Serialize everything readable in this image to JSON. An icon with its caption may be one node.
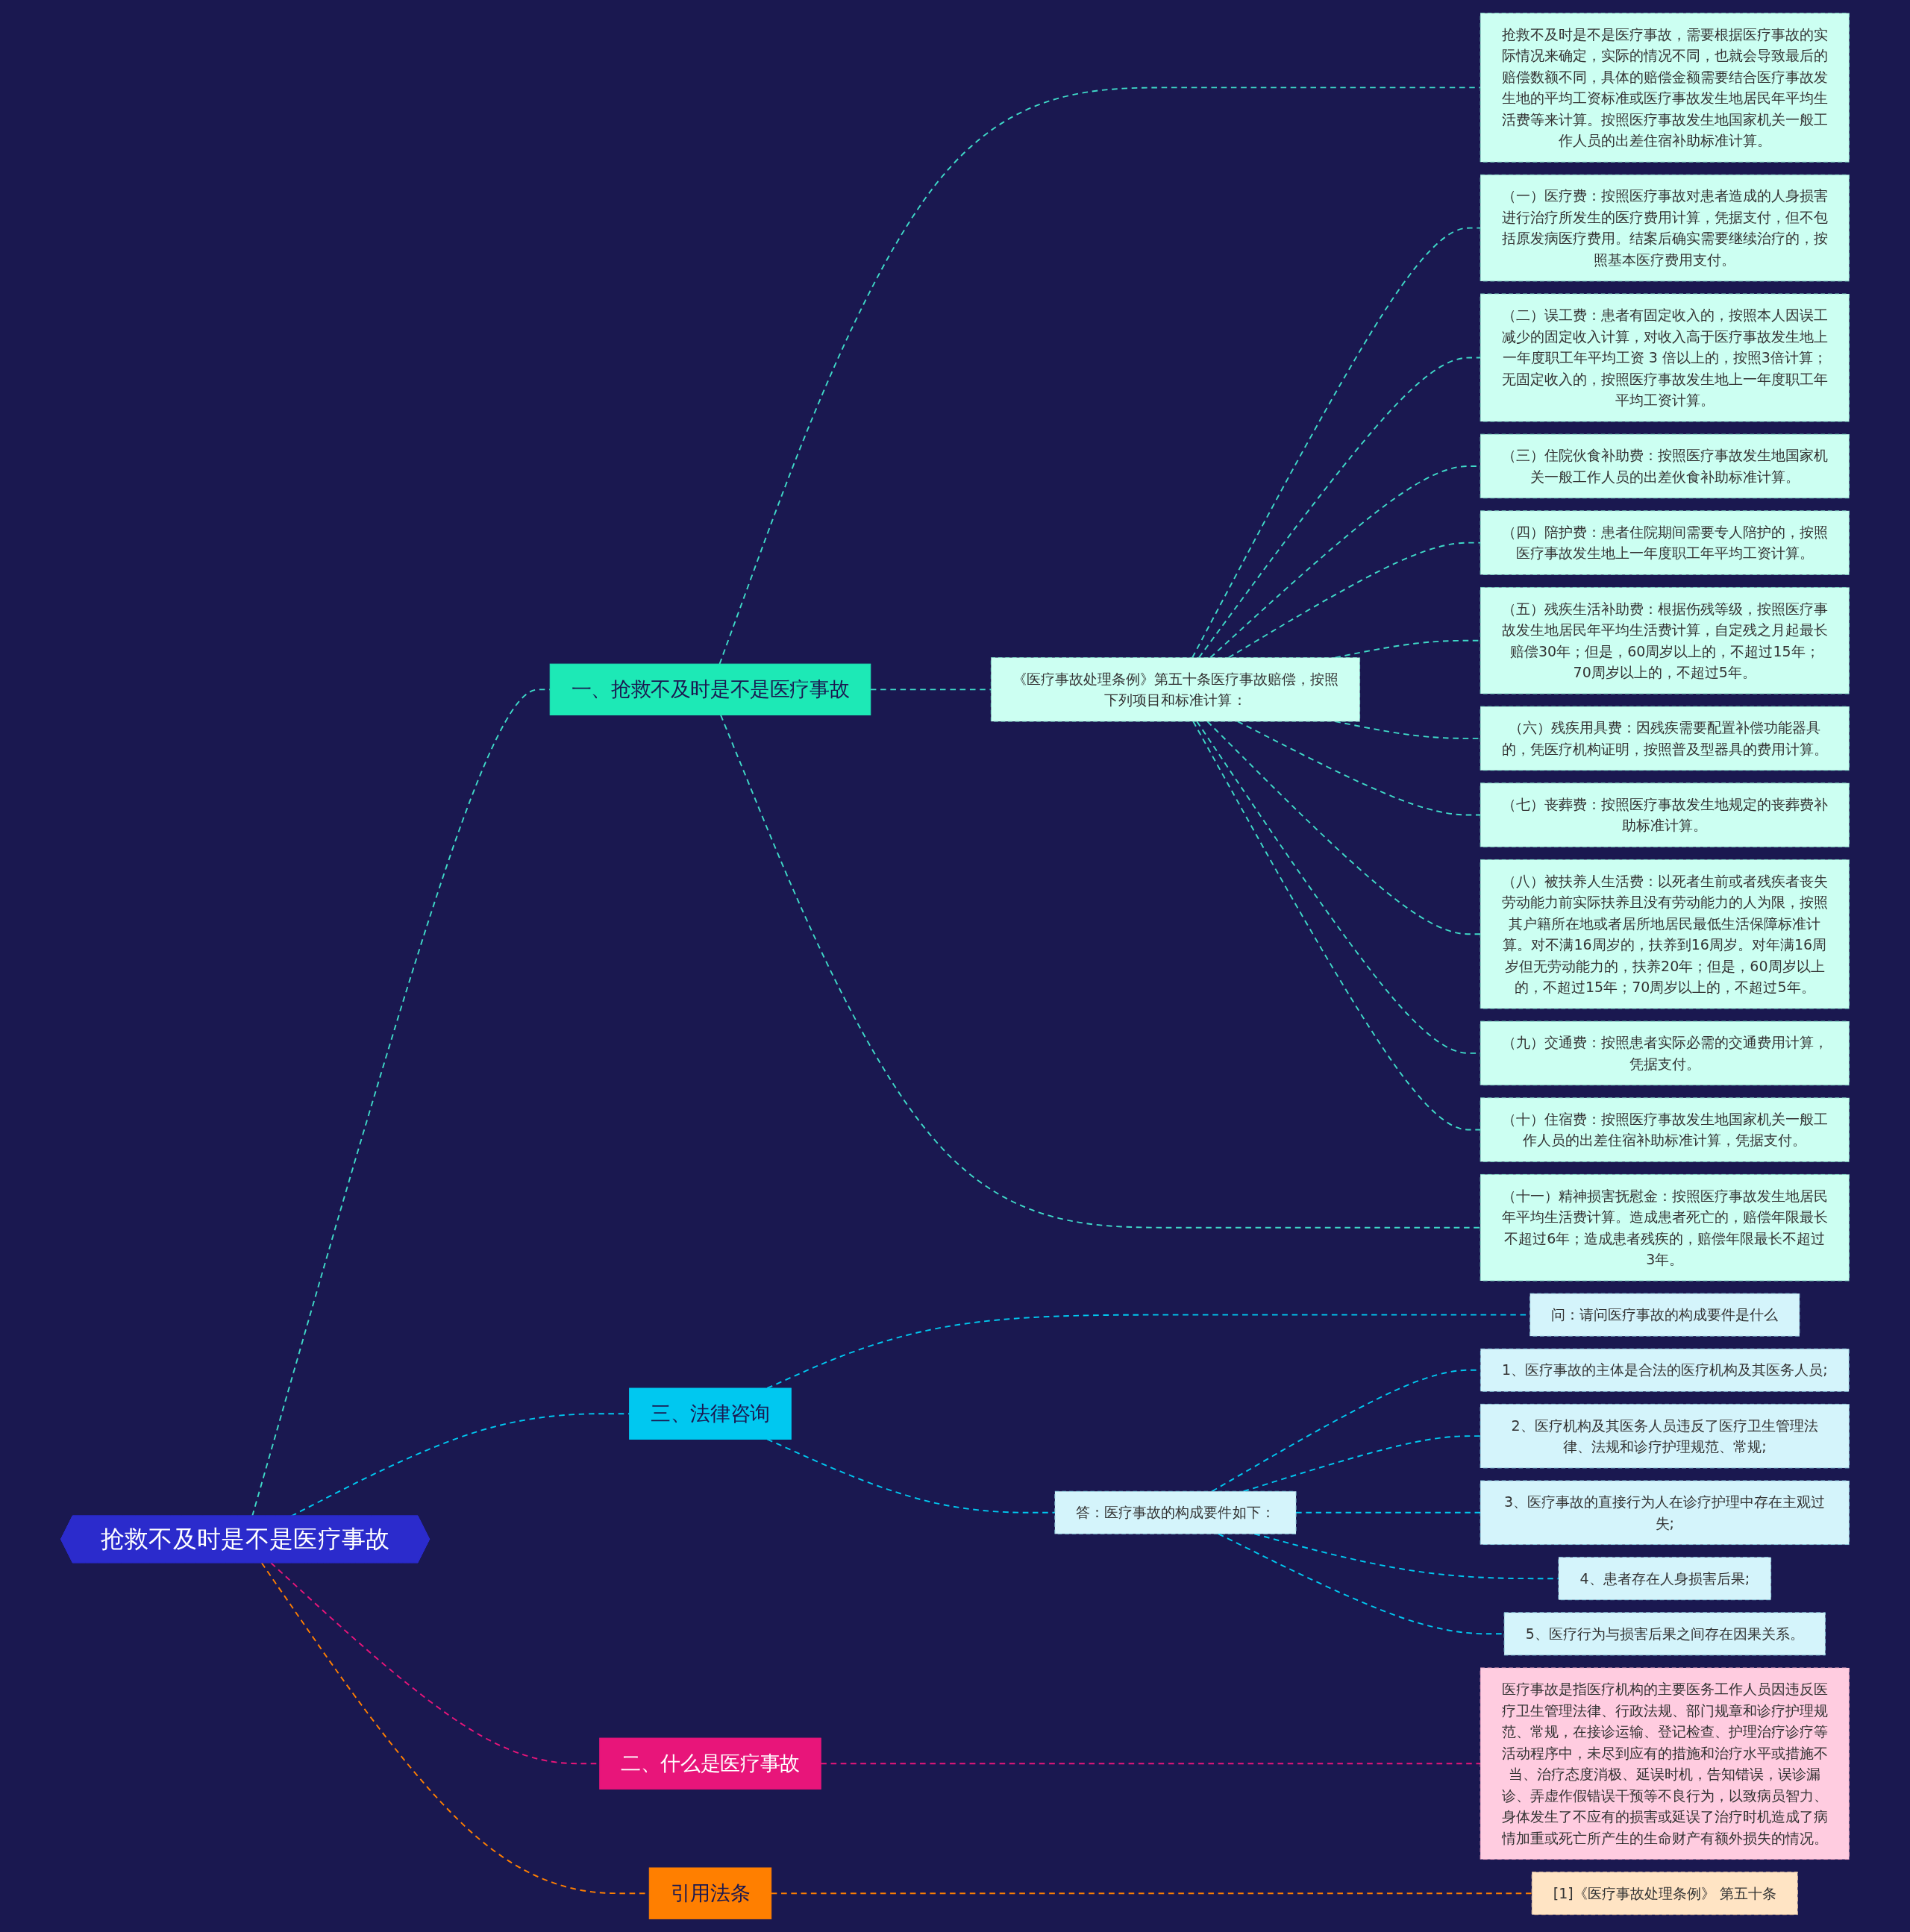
{
  "diagram": {
    "nodes": [
      {
        "text": [
          "抢救不及时是不是医疗事故"
        ]
      },
      {
        "text": [
          "一、抢救不及时是不是医疗事故"
        ]
      },
      {
        "text": [
          "抢救不及时是不是医疗事故，需要根据医疗事故的实际情况来确定，实际的情况不同，也就会导致最后的赔偿数额不同，具体的赔偿金额需要结合医疗事故发生地的平均工资标准或医疗事故发生地居民年平均生活费等来计算。按照医疗事故发生地国家机关一般工作人员的出差住宿补助标准计算。"
        ]
      },
      {
        "text": [
          "《医疗事故处理条例》第五十条医疗事故赔偿，按照下列项目和标准计算："
        ]
      },
      {
        "text": [
          "（一）医疗费：按照医疗事故对患者造成的人身损害进行治疗所发生的医疗费用计算，凭据支付，但不包括原发病医疗费用。结案后确实需要继续治疗的，按照基本医疗费用支付。"
        ]
      },
      {
        "text": [
          "（二）误工费：患者有固定收入的，按照本人因误工减少的固定收入计算，对收入高于医疗事故发生地上一年度职工年平均工资 3 倍以上的，按照3倍计算；无固定收入的，按照医疗事故发生地上一年度职工年平均工资计算。"
        ]
      },
      {
        "text": [
          "（三）住院伙食补助费：按照医疗事故发生地国家机关一般工作人员的出差伙食补助标准计算。"
        ]
      },
      {
        "text": [
          "（四）陪护费：患者住院期间需要专人陪护的，按照医疗事故发生地上一年度职工年平均工资计算。"
        ]
      },
      {
        "text": [
          "（五）残疾生活补助费：根据伤残等级，按照医疗事故发生地居民年平均生活费计算，自定残之月起最长赔偿30年；但是，60周岁以上的，不超过15年；70周岁以上的，不超过5年。"
        ]
      },
      {
        "text": [
          "（六）残疾用具费：因残疾需要配置补偿功能器具的，凭医疗机构证明，按照普及型器具的费用计算。"
        ]
      },
      {
        "text": [
          "（七）丧葬费：按照医疗事故发生地规定的丧葬费补助标准计算。"
        ]
      },
      {
        "text": [
          "（八）被扶养人生活费：以死者生前或者残疾者丧失劳动能力前实际扶养且没有劳动能力的人为限，按照其户籍所在地或者居所地居民最低生活保障标准计算。对不满16周岁的，扶养到16周岁。对年满16周岁但无劳动能力的，扶养20年；但是，60周岁以上的，不超过15年；70周岁以上的，不超过5年。"
        ]
      },
      {
        "text": [
          "（九）交通费：按照患者实际必需的交通费用计算，凭据支付。"
        ]
      },
      {
        "text": [
          "（十）住宿费：按照医疗事故发生地国家机关一般工作人员的出差住宿补助标准计算，凭据支付。"
        ]
      },
      {
        "text": [
          "（十一）精神损害抚慰金：按照医疗事故发生地居民年平均生活费计算。造成患者死亡的，赔偿年限最长不超过6年；造成患者残疾的，赔偿年限最长不超过3年。"
        ]
      },
      {
        "text": [
          "三、法律咨询"
        ]
      },
      {
        "text": [
          "问：请问医疗事故的构成要件是什么"
        ]
      },
      {
        "text": [
          "答：医疗事故的构成要件如下："
        ]
      },
      {
        "text": [
          "1、医疗事故的主体是合法的医疗机构及其医务人员;"
        ]
      },
      {
        "text": [
          "2、医疗机构及其医务人员违反了医疗卫生管理法律、法规和诊疗护理规范、常规;"
        ]
      },
      {
        "text": [
          "3、医疗事故的直接行为人在诊疗护理中存在主观过失;"
        ]
      },
      {
        "text": [
          "4、患者存在人身损害后果;"
        ]
      },
      {
        "text": [
          "5、医疗行为与损害后果之间存在因果关系。"
        ]
      },
      {
        "text": [
          "二、什么是医疗事故"
        ]
      },
      {
        "text": [
          "医疗事故是指医疗机构的主要医务工作人员因违反医疗卫生管理法律、行政法规、部门规章和诊疗护理规范、常规，在接诊运输、登记检查、护理治疗诊疗等活动程序中，未尽到应有的措施和治疗水平或措施不当、治疗态度消极、延误时机，告知错误，误诊漏诊、弄虚作假错误干预等不良行为，以致病员智力、身体发生了不应有的损害或延误了治疗时机造成了病情加重或死亡所产生的生命财产有额外损失的情况。"
        ]
      },
      {
        "text": [
          "引用法条"
        ]
      },
      {
        "text": [
          "[1]《医疗事故处理条例》 第五十条"
        ]
      }
    ],
    "edges": [
      {
        "from": 0,
        "to": 1,
        "arrow": "none",
        "style": "dashed"
      },
      {
        "from": 1,
        "to": 2,
        "arrow": "none",
        "style": "dashed"
      },
      {
        "from": 1,
        "to": 3,
        "arrow": "none",
        "style": "dashed"
      },
      {
        "from": 3,
        "to": 4,
        "arrow": "none",
        "style": "dashed"
      },
      {
        "from": 3,
        "to": 5,
        "arrow": "none",
        "style": "dashed"
      },
      {
        "from": 3,
        "to": 6,
        "arrow": "none",
        "style": "dashed"
      },
      {
        "from": 3,
        "to": 7,
        "arrow": "none",
        "style": "dashed"
      },
      {
        "from": 3,
        "to": 8,
        "arrow": "none",
        "style": "dashed"
      },
      {
        "from": 3,
        "to": 9,
        "arrow": "none",
        "style": "dashed"
      },
      {
        "from": 3,
        "to": 10,
        "arrow": "none",
        "style": "dashed"
      },
      {
        "from": 3,
        "to": 11,
        "arrow": "none",
        "style": "dashed"
      },
      {
        "from": 3,
        "to": 12,
        "arrow": "none",
        "style": "dashed"
      },
      {
        "from": 3,
        "to": 13,
        "arrow": "none",
        "style": "dashed"
      },
      {
        "from": 1,
        "to": 14,
        "arrow": "none",
        "style": "dashed"
      },
      {
        "from": 0,
        "to": 15,
        "arrow": "none",
        "style": "dashed",
        "color": "#00c8f0"
      },
      {
        "from": 15,
        "to": 16,
        "arrow": "none",
        "style": "dashed",
        "color": "#00c8f0"
      },
      {
        "from": 15,
        "to": 17,
        "arrow": "none",
        "style": "dashed",
        "color": "#00c8f0"
      },
      {
        "from": 17,
        "to": 18,
        "arrow": "none",
        "style": "dashed",
        "color": "#00c8f0"
      },
      {
        "from": 17,
        "to": 19,
        "arrow": "none",
        "style": "dashed",
        "color": "#00c8f0"
      },
      {
        "from": 17,
        "to": 20,
        "arrow": "none",
        "style": "dashed",
        "color": "#00c8f0"
      },
      {
        "from": 17,
        "to": 21,
        "arrow": "none",
        "style": "dashed",
        "color": "#00c8f0"
      },
      {
        "from": 17,
        "to": 22,
        "arrow": "none",
        "style": "dashed",
        "color": "#00c8f0"
      },
      {
        "from": 0,
        "to": 23,
        "arrow": "none",
        "style": "dashed",
        "color": "#e8157a"
      },
      {
        "from": 23,
        "to": 24,
        "arrow": "none",
        "style": "dashed",
        "color": "#e8157a"
      },
      {
        "from": 0,
        "to": 25,
        "arrow": "none",
        "style": "dashed",
        "color": "#ff7f00"
      },
      {
        "from": 25,
        "to": 26,
        "arrow": "none",
        "style": "dashed",
        "color": "#ff7f00"
      }
    ]
  }
}
